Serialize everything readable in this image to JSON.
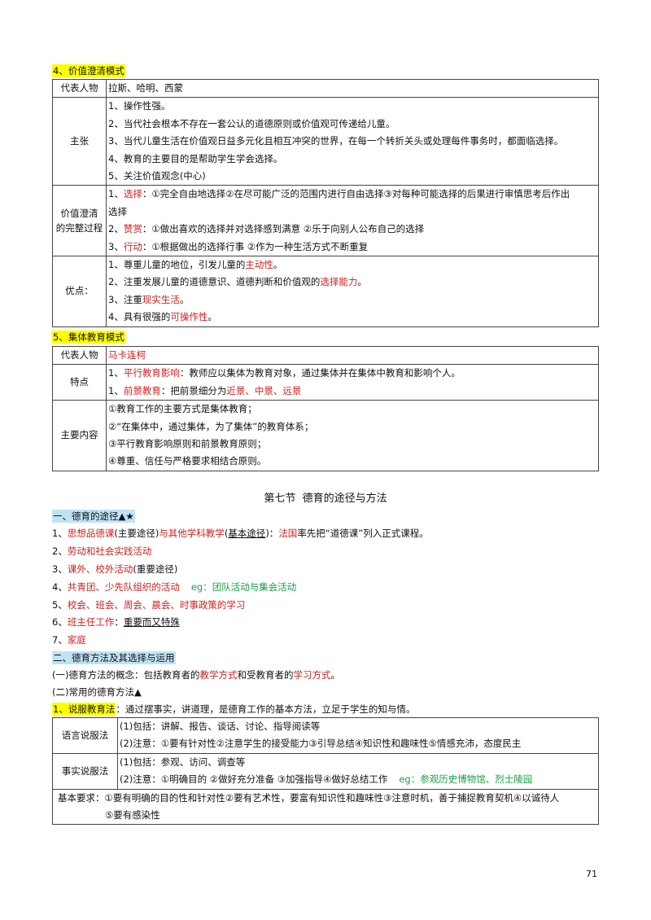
{
  "s4": {
    "heading": "4、价值澄清模式",
    "rep_label": "代表人物",
    "rep_value": "拉斯、哈明、西蒙",
    "zhuzhang_label": "主张",
    "zhuzhang": [
      "1、操作性强。",
      "2、当代社会根本不存在一套公认的道德原则或价值观可传递给儿童。",
      "3、当代儿童生活在价值观日益多元化且相互冲突的世界，在每一个转折关头或处理每件事务时，都面临选择。",
      "4、教育的主要目的是帮助学生学会选择。",
      "5、关注价值观念(中心)"
    ],
    "process_label_1": "价值澄清",
    "process_label_2": "的完整过程",
    "process": [
      {
        "num": "1、",
        "key": "选择",
        "text": "：①完全自由地选择②在尽可能广泛的范围内进行自由选择③对每种可能选择的后果进行审慎思考后作出"
      },
      {
        "num": "",
        "key": "",
        "text": "选择"
      },
      {
        "num": "2、",
        "key": "赞赏",
        "text": "：①做出喜欢的选择并对选择感到满意 ②乐于向别人公布自己的选择"
      },
      {
        "num": "3、",
        "key": "行动",
        "text": "：①根据做出的选择行事 ②作为一种生活方式不断重复"
      }
    ],
    "adv_label": "优点：",
    "adv": [
      {
        "text": "1、尊重儿童的地位，引发儿童的",
        "red": "主动性",
        "tail": "。"
      },
      {
        "text": "2、注重发展儿童的道德意识、道德判断和价值观的",
        "red": "选择能力",
        "tail": "。"
      },
      {
        "text": "3、注重",
        "red": "现实生活",
        "tail": "。"
      },
      {
        "text": "4、具有很强的",
        "red": "可操作性",
        "tail": "。"
      }
    ]
  },
  "s5": {
    "heading": "5、集体教育模式",
    "rep_label": "代表人物",
    "rep_value": "马卡连柯",
    "feat_label": "特点",
    "feat1_num": "1、",
    "feat1_key": "平行教育影响",
    "feat1_text": "：教师应以集体为教育对象，通过集体并在集体中教育和影响个人。",
    "feat2_num": "1、",
    "feat2_key": "前景教育",
    "feat2_text": "：把前景细分为",
    "feat2_red": "近景、中景、远景",
    "content_label": "主要内容",
    "content": [
      "①教育工作的主要方式是集体教育；",
      "②“在集体中，通过集体，为了集体”的教育体系；",
      "③平行教育影响原则和前景教育原则；",
      "④尊重、信任与严格要求相结合原则。"
    ]
  },
  "sec7": {
    "title": "第七节  德育的途径与方法",
    "h1": "一、德育的途径▲★",
    "ways": {
      "w1_num": "1、",
      "w1_red1": "思想品德课",
      "w1_mid1": "(主要途径)",
      "w1_red2": "与其他学科教学",
      "w1_mid2": "(",
      "w1_ul": "基本途径",
      "w1_mid3": ")：",
      "w1_red3": "法国",
      "w1_tail": "率先把“道德课”列入正式课程。",
      "w2_num": "2、",
      "w2_red": "劳动和社会实践活动",
      "w3_num": "3、",
      "w3_red": "课外、校外活动",
      "w3_tail": "(重要途径)",
      "w4_num": "4、",
      "w4_red": "共青团、少先队组织的活动",
      "w4_grn": "eg：团队活动与集会活动",
      "w5_num": "5、",
      "w5_red": "校会、班会、周会、晨会、时事政策的学习",
      "w6_num": "6、",
      "w6_red": "班主任工作",
      "w6_mid": "：",
      "w6_ul": "重要而又特殊",
      "w7_num": "7、",
      "w7_red": "家庭"
    },
    "h2": "二、德育方法及其选择与运用",
    "concept_pre": "(一)德育方法的概念：包括教育者的",
    "concept_red1": "教学方式",
    "concept_mid": "和受教育者的",
    "concept_red2": "学习方式",
    "concept_tail": "。",
    "common": "(二)常用的德育方法▲",
    "persuade_key": "1、说服教育法",
    "persuade_text": "：通过摆事实，讲道理，是德育工作的基本方法，立足于学生的知与情。",
    "table": {
      "lang_label": "语言说服法",
      "lang1": "(1)包括：讲解、报告、谈话、讨论、指导阅读等",
      "lang2": "(2)注意：①要有针对性②注意学生的接受能力③引导总结④知识性和趣味性⑤情感充沛，态度民主",
      "fact_label": "事实说服法",
      "fact1": "(1)包括：参观、访问、调查等",
      "fact2": "(2)注意：①明确目的 ②做好充分准备 ③加强指导④做好总结工作",
      "fact2_grn": "eg：参观历史博物馆、烈士陵园",
      "basic1": "基本要求：①要有明确的目的性和针对性②要有艺术性，要富有知识性和趣味性③注意时机，善于捕捉教育契机④以诚待人",
      "basic2": "⑤要有感染性"
    }
  },
  "page_number": "71"
}
